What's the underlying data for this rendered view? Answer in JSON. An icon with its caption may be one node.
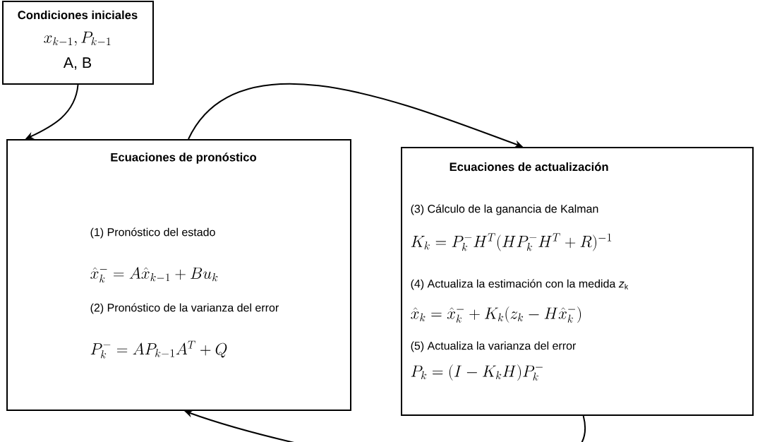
{
  "diagram": {
    "nodes": [
      {
        "text": [
          "Condiciones iniciales",
          "x_{k-1}, P_{k-1}",
          "A, B"
        ]
      },
      {
        "text": [
          "Ecuaciones de pronóstico",
          "(1) Pronóstico del estado",
          "\\hat{x}_k^- = A\\hat{x}_{k-1} + Bu_k",
          "(2) Pronóstico de la varianza del error",
          "P_k^- = AP_{k-1}A^T + Q"
        ]
      },
      {
        "text": [
          "Ecuaciones de actualización",
          "(3) Cálculo de la ganancia de Kalman",
          "K_k = P_k^- H^T (HP_k^- H^T + R)^{-1}",
          "(4) Actualiza la estimación con la medida *z*$_{k}$",
          "\\hat{x}_k = \\hat{x}_k^- + K_k(z_k - H\\hat{x}_k^-)",
          "(5) Actualiza la varianza del error",
          "P_k = (I - K_k H)P_k^-"
        ]
      }
    ],
    "edges": [
      {
        "from": 0,
        "to": 1,
        "arrow": "to"
      },
      {
        "from": 1,
        "to": 2,
        "arrow": "to"
      },
      {
        "from": 2,
        "to": 1,
        "arrow": "to"
      }
    ]
  }
}
